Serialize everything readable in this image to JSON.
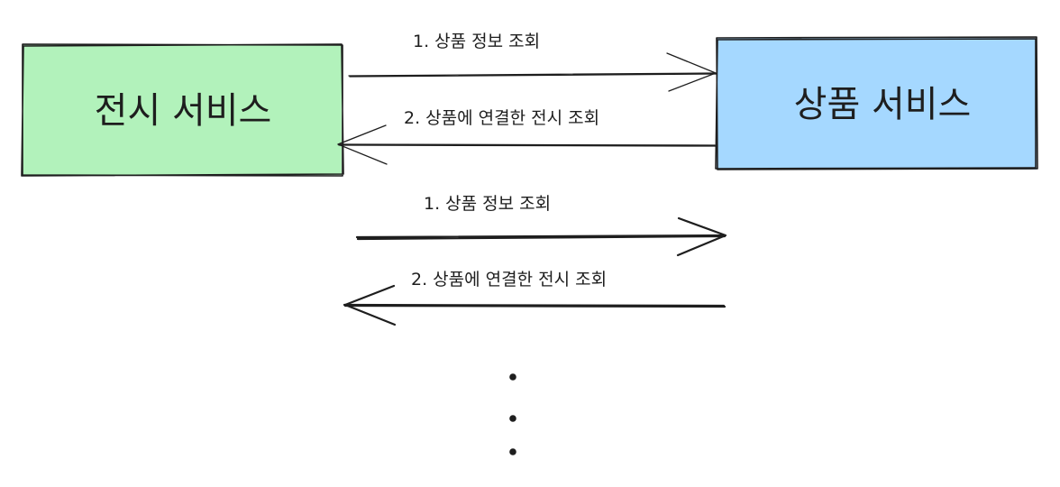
{
  "display_service": {
    "label": "전시 서비스",
    "fill": "#b2f2bb"
  },
  "product_service": {
    "label": "상품 서비스",
    "fill": "#a5d8ff"
  },
  "flows": [
    {
      "label": "1. 상품 정보 조회",
      "direction": "right"
    },
    {
      "label": "2. 상품에 연결한 전시 조회",
      "direction": "left"
    },
    {
      "label": "1. 상품 정보 조회",
      "direction": "right"
    },
    {
      "label": "2. 상품에 연결한 전시 조회",
      "direction": "left"
    }
  ],
  "ellipsis": "vertical-dots",
  "colors": {
    "stroke": "#1e1e1e"
  }
}
